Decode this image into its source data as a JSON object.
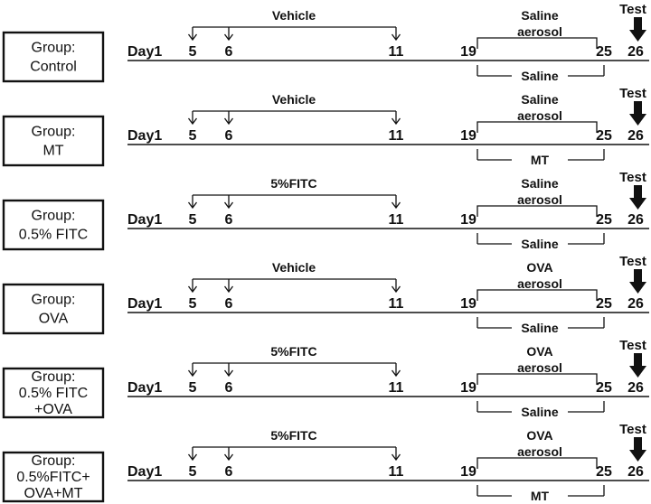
{
  "groups": [
    {
      "label_lines": [
        "Group:",
        "Control"
      ],
      "day1": "Day1",
      "days": [
        "5",
        "6",
        "11",
        "19",
        "25",
        "26"
      ],
      "sensitization": "Vehicle",
      "aerosol_lines": [
        "Saline",
        "aerosol"
      ],
      "treatment": "Saline",
      "test": "Test"
    },
    {
      "label_lines": [
        "Group:",
        "MT"
      ],
      "day1": "Day1",
      "days": [
        "5",
        "6",
        "11",
        "19",
        "25",
        "26"
      ],
      "sensitization": "Vehicle",
      "aerosol_lines": [
        "Saline",
        "aerosol"
      ],
      "treatment": "MT",
      "test": "Test"
    },
    {
      "label_lines": [
        "Group:",
        "0.5% FITC"
      ],
      "day1": "Day1",
      "days": [
        "5",
        "6",
        "11",
        "19",
        "25",
        "26"
      ],
      "sensitization": "5%FITC",
      "aerosol_lines": [
        "Saline",
        "aerosol"
      ],
      "treatment": "Saline",
      "test": "Test"
    },
    {
      "label_lines": [
        "Group:",
        "OVA"
      ],
      "day1": "Day1",
      "days": [
        "5",
        "6",
        "11",
        "19",
        "25",
        "26"
      ],
      "sensitization": "Vehicle",
      "aerosol_lines": [
        "OVA",
        "aerosol"
      ],
      "treatment": "Saline",
      "test": "Test"
    },
    {
      "label_lines": [
        "Group:",
        "0.5% FITC",
        "+OVA"
      ],
      "day1": "Day1",
      "days": [
        "5",
        "6",
        "11",
        "19",
        "25",
        "26"
      ],
      "sensitization": "5%FITC",
      "aerosol_lines": [
        "OVA",
        "aerosol"
      ],
      "treatment": "Saline",
      "test": "Test"
    },
    {
      "label_lines": [
        "Group:",
        "0.5%FITC+",
        "OVA+MT"
      ],
      "day1": "Day1",
      "days": [
        "5",
        "6",
        "11",
        "19",
        "25",
        "26"
      ],
      "sensitization": "5%FITC",
      "aerosol_lines": [
        "OVA",
        "aerosol"
      ],
      "treatment": "MT",
      "test": "Test"
    }
  ]
}
